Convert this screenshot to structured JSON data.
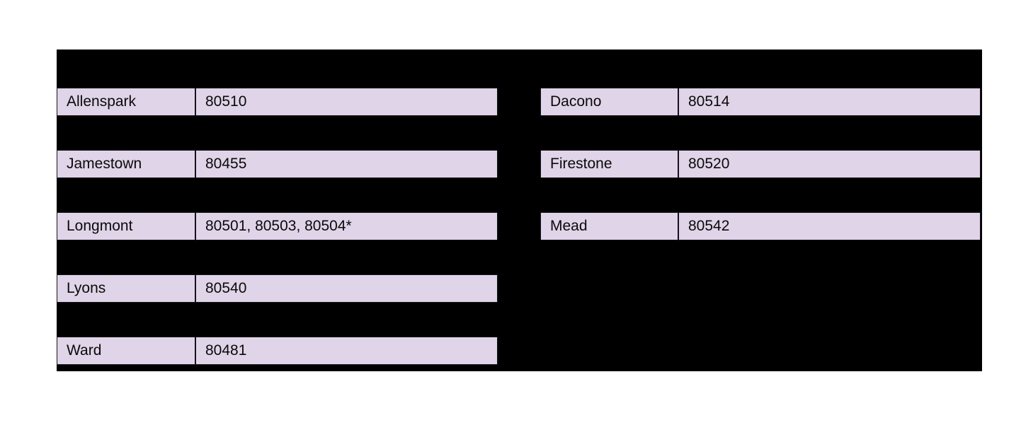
{
  "figure": {
    "background_color": "#000000",
    "page_background": "#ffffff",
    "cell_fill_color": "#e0d4e8",
    "cell_text_color": "#0a0a0a",
    "grid_line_color": "#15131a"
  },
  "tables": {
    "left": {
      "rows": [
        {
          "city": "Allenspark",
          "zip": "80510"
        },
        {
          "city": "Jamestown",
          "zip": "80455"
        },
        {
          "city": "Longmont",
          "zip": "80501, 80503, 80504*"
        },
        {
          "city": "Lyons",
          "zip": "80540"
        },
        {
          "city": "Ward",
          "zip": "80481"
        }
      ]
    },
    "right": {
      "rows": [
        {
          "city": "Dacono",
          "zip": "80514"
        },
        {
          "city": "Firestone",
          "zip": "80520"
        },
        {
          "city": "Mead",
          "zip": "80542"
        }
      ]
    }
  }
}
